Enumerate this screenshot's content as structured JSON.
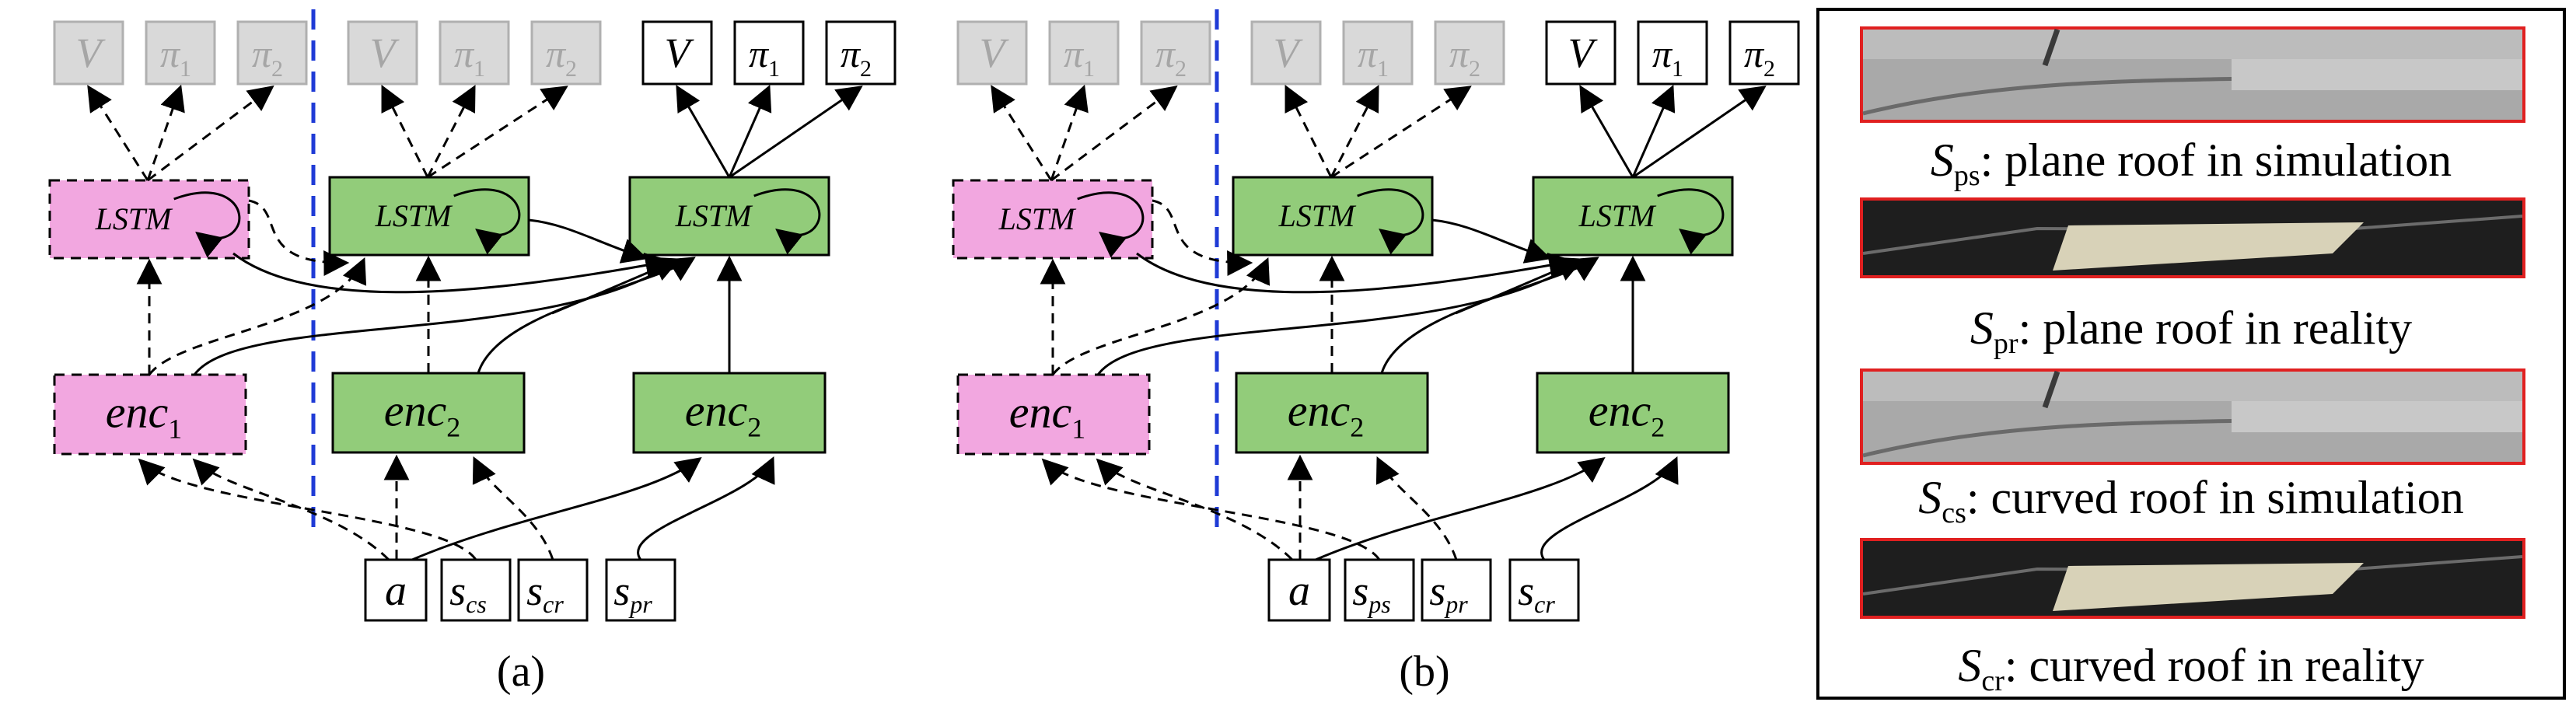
{
  "panels": [
    {
      "id": "a",
      "caption": "(a)",
      "out_top": [
        [
          "V",
          ""
        ],
        [
          "π",
          "1"
        ],
        [
          "π",
          "2"
        ]
      ],
      "out_mid": [
        [
          "V",
          ""
        ],
        [
          "π",
          "1"
        ],
        [
          "π",
          "2"
        ]
      ],
      "out_right": [
        [
          "V",
          ""
        ],
        [
          "π",
          "1"
        ],
        [
          "π",
          "2"
        ]
      ],
      "lstm_label": "LSTM",
      "enc_left": [
        "enc",
        "1"
      ],
      "enc_mid": [
        "enc",
        "2"
      ],
      "enc_right": [
        "enc",
        "2"
      ],
      "inputs": [
        [
          "a",
          ""
        ],
        [
          "s",
          "cs"
        ],
        [
          "s",
          "cr"
        ],
        [
          "s",
          "pr"
        ]
      ]
    },
    {
      "id": "b",
      "caption": "(b)",
      "out_top": [
        [
          "V",
          ""
        ],
        [
          "π",
          "1"
        ],
        [
          "π",
          "2"
        ]
      ],
      "out_mid": [
        [
          "V",
          ""
        ],
        [
          "π",
          "1"
        ],
        [
          "π",
          "2"
        ]
      ],
      "out_right": [
        [
          "V",
          ""
        ],
        [
          "π",
          "1"
        ],
        [
          "π",
          "2"
        ]
      ],
      "lstm_label": "LSTM",
      "enc_left": [
        "enc",
        "1"
      ],
      "enc_mid": [
        "enc",
        "2"
      ],
      "enc_right": [
        "enc",
        "2"
      ],
      "inputs": [
        [
          "a",
          ""
        ],
        [
          "s",
          "ps"
        ],
        [
          "s",
          "pr"
        ],
        [
          "s",
          "cr"
        ]
      ]
    }
  ],
  "legend": [
    {
      "sym": "S",
      "sub": "ps",
      "text": ": plane roof in simulation",
      "kind": "sim"
    },
    {
      "sym": "S",
      "sub": "pr",
      "text": ": plane roof in reality",
      "kind": "real"
    },
    {
      "sym": "S",
      "sub": "cs",
      "text": ": curved roof in simulation",
      "kind": "sim"
    },
    {
      "sym": "S",
      "sub": "cr",
      "text": ": curved roof in reality",
      "kind": "real"
    }
  ],
  "colors": {
    "pink": "#f2a7e0",
    "green": "#92cc7a",
    "grey_box": "#d9d9d9",
    "grey_text": "#a6a6a6",
    "blue_dash": "#1f3bd6",
    "legend_border": "#e02020"
  }
}
